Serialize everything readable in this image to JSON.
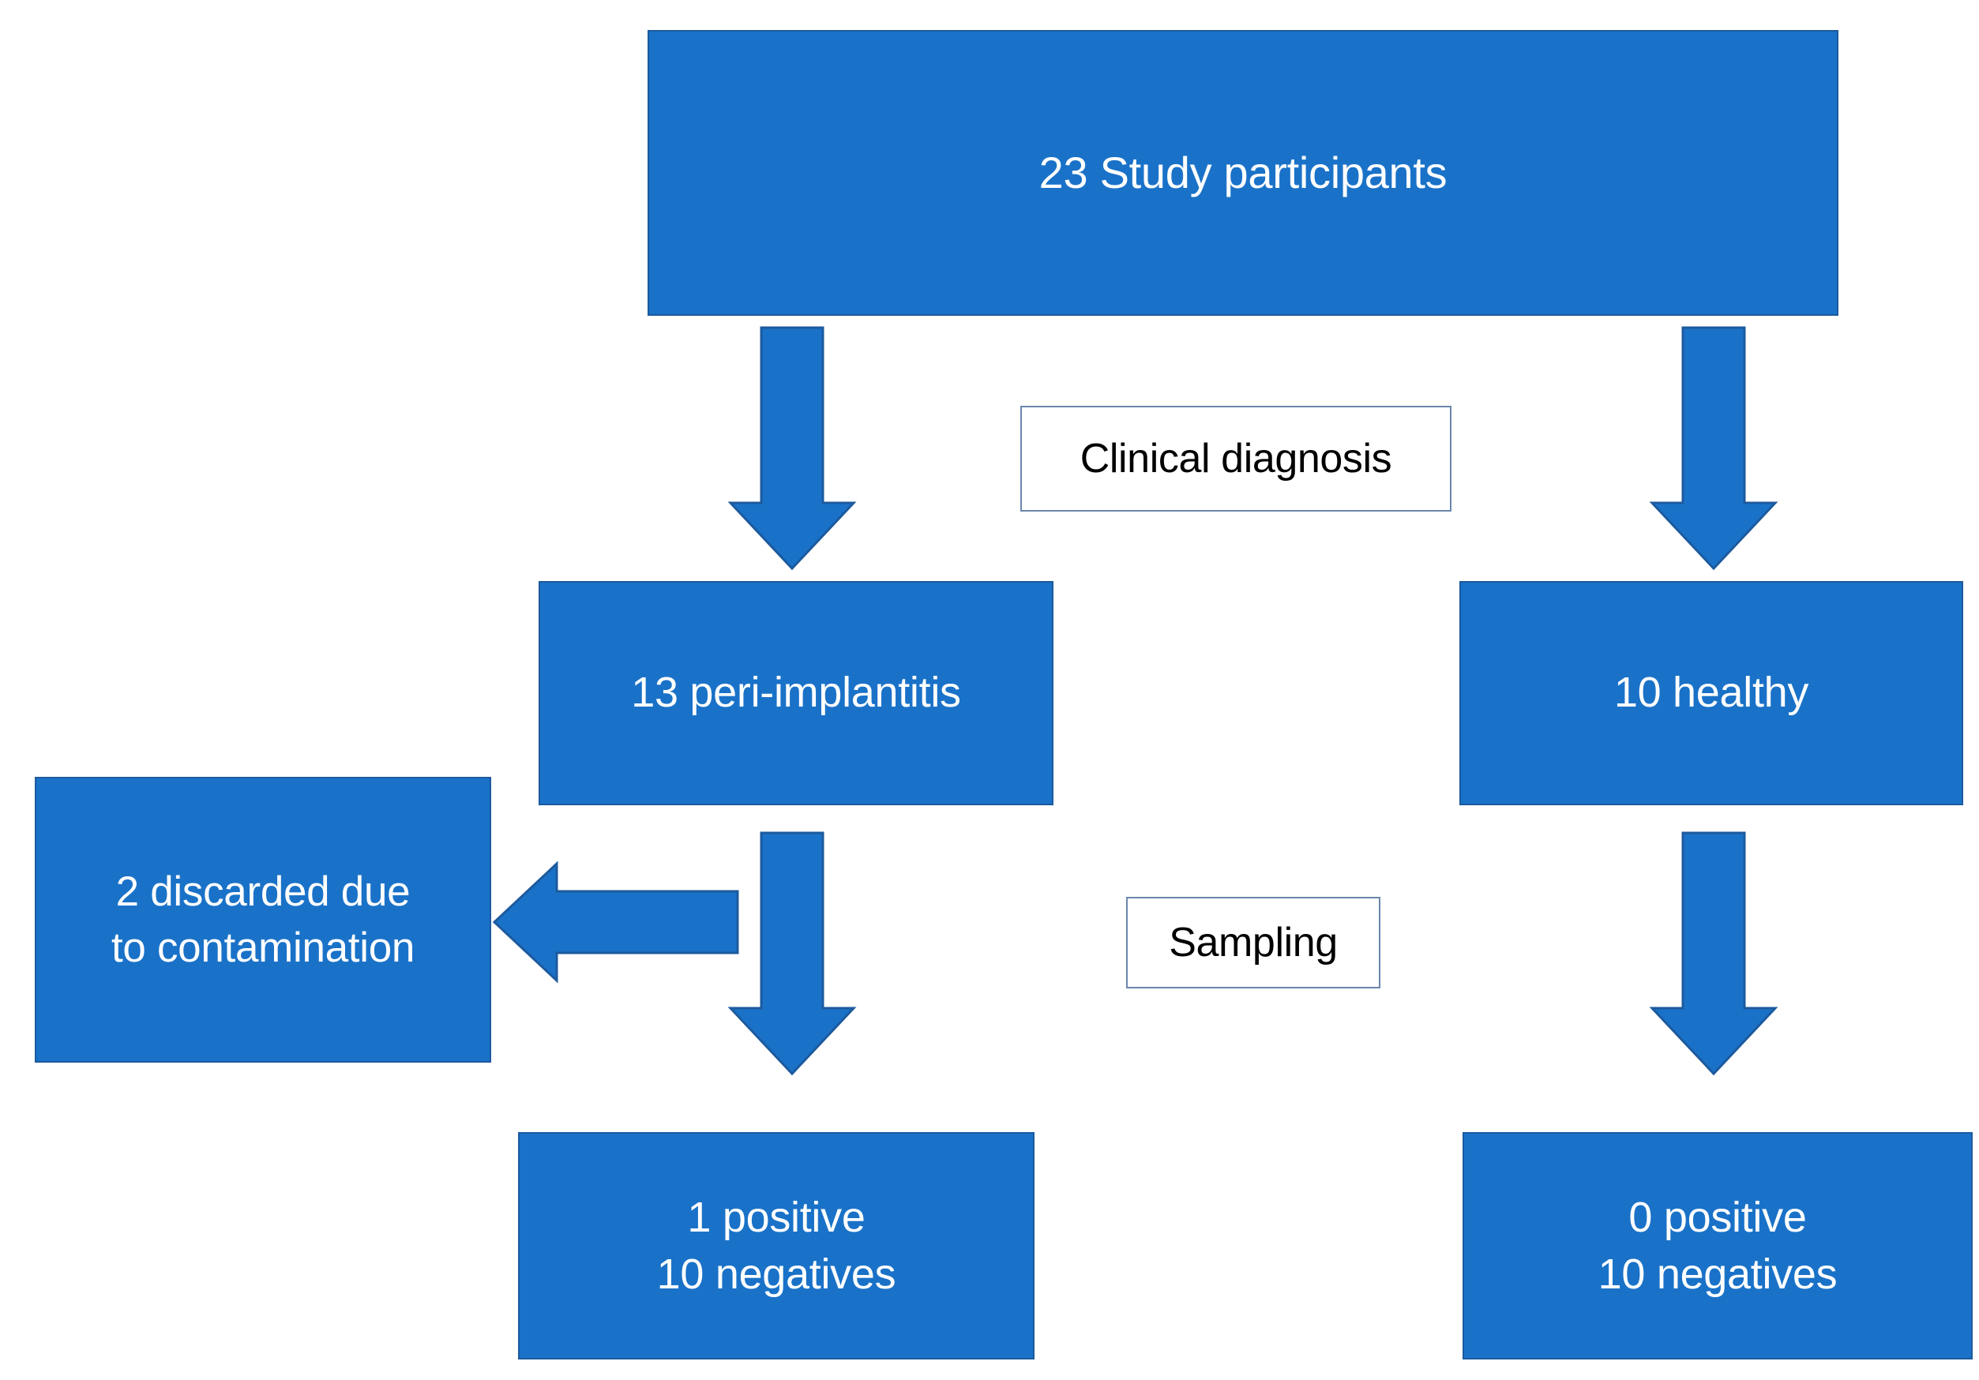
{
  "diagram": {
    "title": "Study participant flow diagram",
    "colors": {
      "node_fill": "#1a72c8",
      "node_border": "#1c5a9e",
      "node_text": "#ffffff",
      "label_border": "#6b87ad",
      "label_text": "#000000",
      "background": "#ffffff"
    },
    "nodes": [
      {
        "id": "participants",
        "label": "23 Study participants"
      },
      {
        "id": "peri",
        "label": "13 peri-implantitis"
      },
      {
        "id": "healthy",
        "label": "10 healthy"
      },
      {
        "id": "discarded",
        "label": "2 discarded due\nto contamination"
      },
      {
        "id": "peri-results",
        "label": "1 positive\n10 negatives"
      },
      {
        "id": "healthy-results",
        "label": "0 positive\n10 negatives"
      }
    ],
    "edge_labels": [
      {
        "id": "clinical-diagnosis",
        "label": "Clinical diagnosis"
      },
      {
        "id": "sampling",
        "label": "Sampling"
      }
    ],
    "arrows": [
      {
        "id": "participants-to-peri",
        "direction": "down",
        "from": "participants",
        "to": "peri"
      },
      {
        "id": "participants-to-healthy",
        "direction": "down",
        "from": "participants",
        "to": "healthy"
      },
      {
        "id": "peri-to-results",
        "direction": "down",
        "from": "peri",
        "to": "peri-results"
      },
      {
        "id": "healthy-to-results",
        "direction": "down",
        "from": "healthy",
        "to": "healthy-results"
      },
      {
        "id": "peri-to-discarded",
        "direction": "left",
        "from": "peri",
        "to": "discarded"
      }
    ]
  }
}
